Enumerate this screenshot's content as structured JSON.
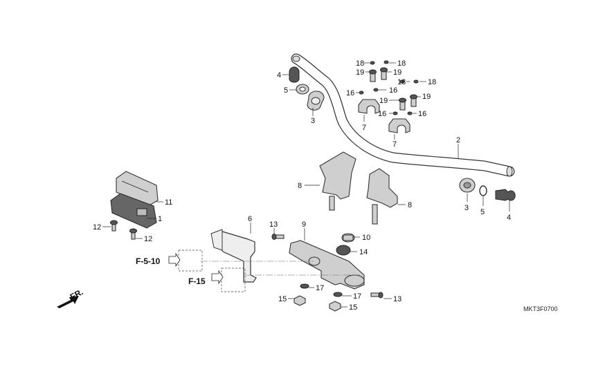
{
  "diagram": {
    "code": "MKT3F0700",
    "refs": {
      "f510": "F-5-10",
      "f15": "F-15"
    },
    "front_marker": "FR.",
    "callouts": {
      "c4a": "4",
      "c5a": "5",
      "c3a": "3",
      "c18a": "18",
      "c18b": "18",
      "c19a": "19",
      "c19b": "19",
      "c18c": "18",
      "c18d": "18",
      "c16a": "16",
      "c16b": "16",
      "c19c": "19",
      "c19d": "19",
      "c16c": "16",
      "c16d": "16",
      "c7a": "7",
      "c7b": "7",
      "c2": "2",
      "c8a": "8",
      "c8b": "8",
      "c3b": "3",
      "c5b": "5",
      "c4b": "4",
      "c11": "11",
      "c1": "1",
      "c12a": "12",
      "c12b": "12",
      "c6": "6",
      "c13a": "13",
      "c9": "9",
      "c10": "10",
      "c14": "14",
      "c17a": "17",
      "c17b": "17",
      "c15a": "15",
      "c15b": "15",
      "c13b": "13"
    }
  }
}
